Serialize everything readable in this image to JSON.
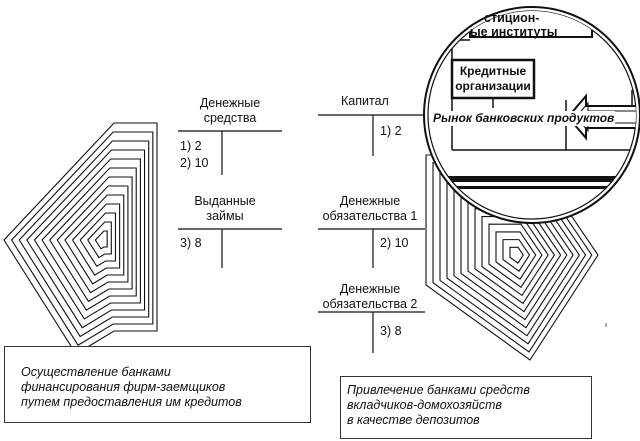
{
  "left_accounts": [
    {
      "title": "Денежные\nсредства",
      "entries": [
        "1) 2",
        "2) 10"
      ]
    },
    {
      "title": "Выданные\nзаймы",
      "entries": [
        "3) 8"
      ]
    }
  ],
  "right_accounts": [
    {
      "title": "Капитал",
      "entries": [
        "1) 2"
      ]
    },
    {
      "title": "Денежные\nобязательства 1",
      "entries": [
        "2) 10"
      ]
    },
    {
      "title": "Денежные\nобязательства 2",
      "entries": [
        "3) 8"
      ]
    }
  ],
  "zoom_circle": {
    "top_label": "ые институты",
    "top_label_partial": "стицион-",
    "org_label": "Кредитные\nорганизации",
    "market_label": "Рынок банковских продуктов"
  },
  "captions": {
    "left": "Осуществление банками\nфинансирования фирм-заемщиков\nпутем предоставления им кредитов",
    "right": "Привлечение банками средств\nвкладчиков-домохозяйств\nв качестве депозитов"
  }
}
